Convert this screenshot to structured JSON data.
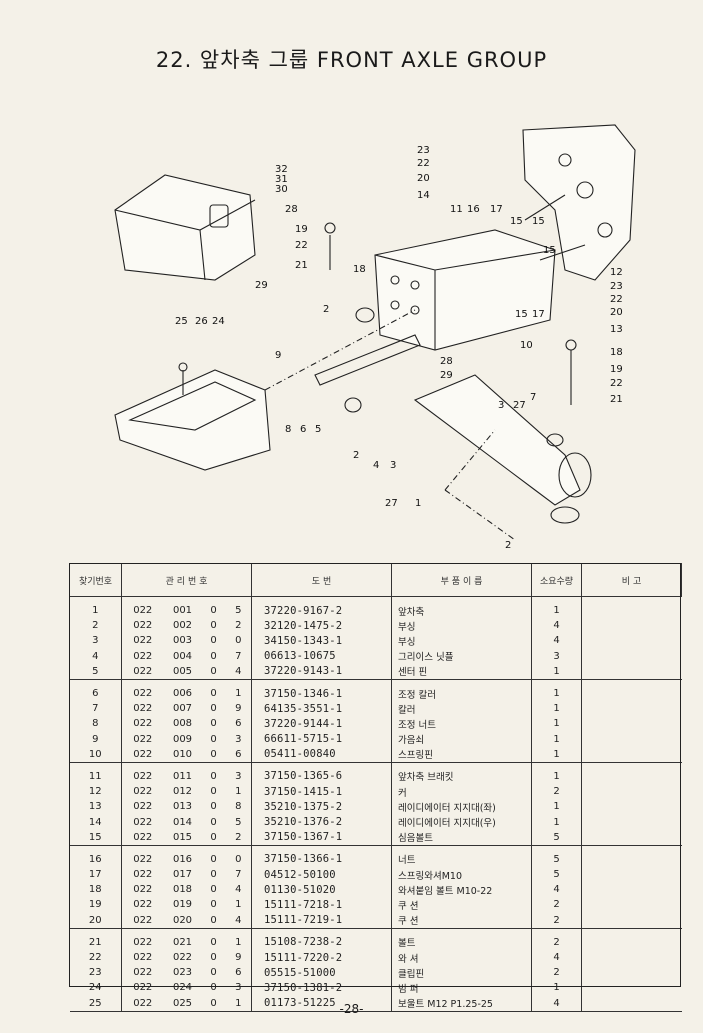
{
  "title": "22. 앞차축 그룹  FRONT AXLE GROUP",
  "callouts": [
    "32",
    "31",
    "30",
    "28",
    "29",
    "25",
    "26",
    "24",
    "9",
    "8",
    "6",
    "5",
    "2",
    "23",
    "22",
    "20",
    "14",
    "19",
    "22",
    "21",
    "18",
    "11",
    "16",
    "17",
    "15",
    "15",
    "15",
    "12",
    "23",
    "22",
    "20",
    "13",
    "10",
    "28",
    "29",
    "3",
    "27",
    "7",
    "2",
    "4",
    "3",
    "27",
    "1",
    "2",
    "18",
    "19",
    "22",
    "21",
    "15",
    "17"
  ],
  "table": {
    "headers": {
      "no": "찾기번호",
      "mgmt": "관 리 번 호",
      "drawing": "도      번",
      "name": "부 품 이 름",
      "qty": "소요수량",
      "remark": "비   고"
    },
    "rows": [
      {
        "no": "1",
        "a": "022",
        "b": "001",
        "c": "0",
        "d": "5",
        "part": "37220-9167-2",
        "name": "앞차축",
        "qty": "1"
      },
      {
        "no": "2",
        "a": "022",
        "b": "002",
        "c": "0",
        "d": "2",
        "part": "32120-1475-2",
        "name": "부싱",
        "qty": "4"
      },
      {
        "no": "3",
        "a": "022",
        "b": "003",
        "c": "0",
        "d": "0",
        "part": "34150-1343-1",
        "name": "부싱",
        "qty": "4"
      },
      {
        "no": "4",
        "a": "022",
        "b": "004",
        "c": "0",
        "d": "7",
        "part": "06613-10675",
        "name": "그리이스 닛플",
        "qty": "3"
      },
      {
        "no": "5",
        "a": "022",
        "b": "005",
        "c": "0",
        "d": "4",
        "part": "37220-9143-1",
        "name": "센터 핀",
        "qty": "1"
      },
      {
        "no": "6",
        "a": "022",
        "b": "006",
        "c": "0",
        "d": "1",
        "part": "37150-1346-1",
        "name": "조정 칼러",
        "qty": "1"
      },
      {
        "no": "7",
        "a": "022",
        "b": "007",
        "c": "0",
        "d": "9",
        "part": "64135-3551-1",
        "name": "칼러",
        "qty": "1"
      },
      {
        "no": "8",
        "a": "022",
        "b": "008",
        "c": "0",
        "d": "6",
        "part": "37220-9144-1",
        "name": "조정 너트",
        "qty": "1"
      },
      {
        "no": "9",
        "a": "022",
        "b": "009",
        "c": "0",
        "d": "3",
        "part": "66611-5715-1",
        "name": "가음쇠",
        "qty": "1"
      },
      {
        "no": "10",
        "a": "022",
        "b": "010",
        "c": "0",
        "d": "6",
        "part": "05411-00840",
        "name": "스프링핀",
        "qty": "1"
      },
      {
        "no": "11",
        "a": "022",
        "b": "011",
        "c": "0",
        "d": "3",
        "part": "37150-1365-6",
        "name": "앞차축 브래킷",
        "qty": "1"
      },
      {
        "no": "12",
        "a": "022",
        "b": "012",
        "c": "0",
        "d": "1",
        "part": "37150-1415-1",
        "name": "커",
        "qty": "2"
      },
      {
        "no": "13",
        "a": "022",
        "b": "013",
        "c": "0",
        "d": "8",
        "part": "35210-1375-2",
        "name": "레이디에이터 지지대(좌)",
        "qty": "1"
      },
      {
        "no": "14",
        "a": "022",
        "b": "014",
        "c": "0",
        "d": "5",
        "part": "35210-1376-2",
        "name": "레이디에이터 지지대(우)",
        "qty": "1"
      },
      {
        "no": "15",
        "a": "022",
        "b": "015",
        "c": "0",
        "d": "2",
        "part": "37150-1367-1",
        "name": "심음볼트",
        "qty": "5"
      },
      {
        "no": "16",
        "a": "022",
        "b": "016",
        "c": "0",
        "d": "0",
        "part": "37150-1366-1",
        "name": "너트",
        "qty": "5"
      },
      {
        "no": "17",
        "a": "022",
        "b": "017",
        "c": "0",
        "d": "7",
        "part": "04512-50100",
        "name": "스프링와셔M10",
        "qty": "5"
      },
      {
        "no": "18",
        "a": "022",
        "b": "018",
        "c": "0",
        "d": "4",
        "part": "01130-51020",
        "name": "와셔붙임 볼트 M10-22",
        "qty": "4"
      },
      {
        "no": "19",
        "a": "022",
        "b": "019",
        "c": "0",
        "d": "1",
        "part": "15111-7218-1",
        "name": "쿠 션",
        "qty": "2"
      },
      {
        "no": "20",
        "a": "022",
        "b": "020",
        "c": "0",
        "d": "4",
        "part": "15111-7219-1",
        "name": "쿠 션",
        "qty": "2"
      },
      {
        "no": "21",
        "a": "022",
        "b": "021",
        "c": "0",
        "d": "1",
        "part": "15108-7238-2",
        "name": "볼트",
        "qty": "2"
      },
      {
        "no": "22",
        "a": "022",
        "b": "022",
        "c": "0",
        "d": "9",
        "part": "15111-7220-2",
        "name": "와 셔",
        "qty": "4"
      },
      {
        "no": "23",
        "a": "022",
        "b": "023",
        "c": "0",
        "d": "6",
        "part": "05515-51000",
        "name": "클립핀",
        "qty": "2"
      },
      {
        "no": "24",
        "a": "022",
        "b": "024",
        "c": "0",
        "d": "3",
        "part": "37150-1381-2",
        "name": "범 퍼",
        "qty": "1"
      },
      {
        "no": "25",
        "a": "022",
        "b": "025",
        "c": "0",
        "d": "1",
        "part": "01173-51225",
        "name": "보울트 M12 P1.25-25",
        "qty": "4"
      }
    ]
  },
  "page_number": "-28-"
}
